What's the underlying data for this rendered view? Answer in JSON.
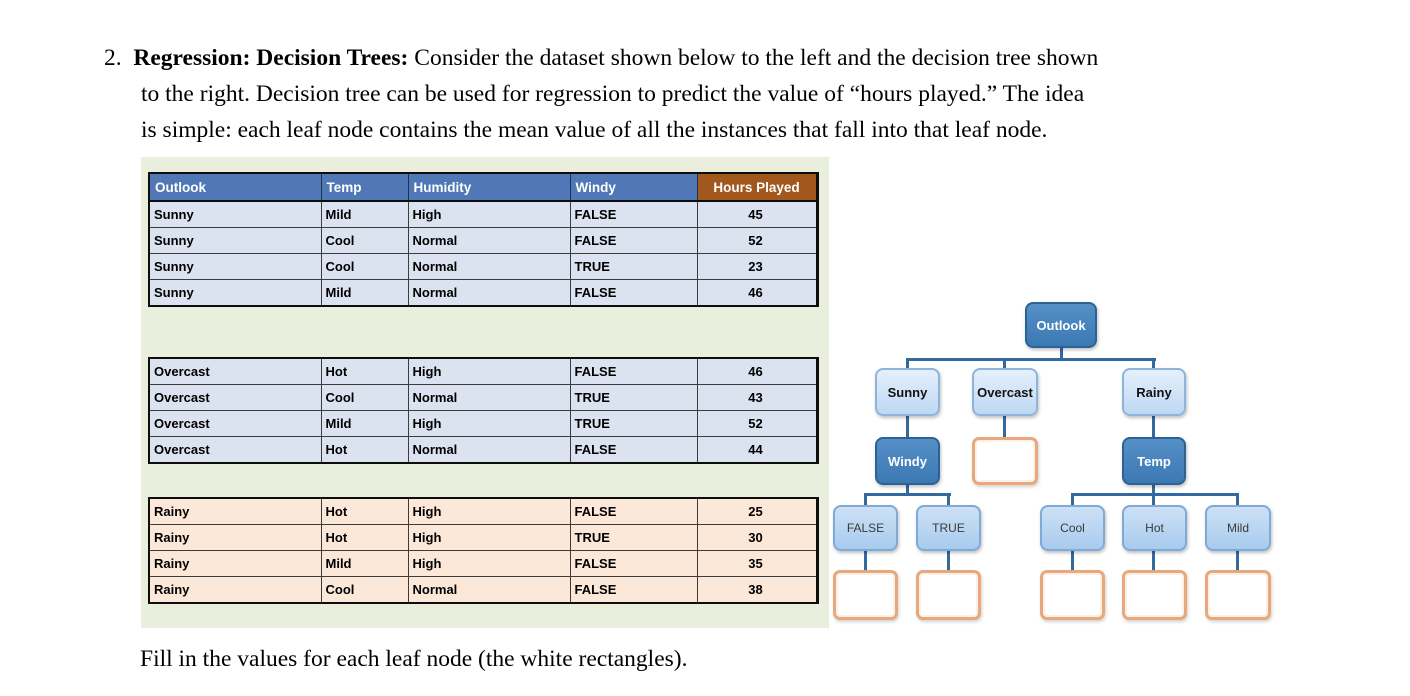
{
  "question": {
    "number": "2.",
    "bold_lead": "Regression: Decision Trees:",
    "line1_rest": " Consider the dataset shown below to the left and the decision tree shown",
    "line2": "to the right. Decision tree can be used for regression to predict the value of “hours played.” The idea",
    "line3": "is simple: each leaf node contains the mean value of all the instances that fall into that leaf node."
  },
  "footer": "Fill in the values for each leaf node (the white rectangles).",
  "table": {
    "headers": [
      "Outlook",
      "Temp",
      "Humidity",
      "Windy",
      "Hours Played"
    ],
    "groups": [
      {
        "name": "sunny",
        "rows": [
          [
            "Sunny",
            "Mild",
            "High",
            "FALSE",
            "45"
          ],
          [
            "Sunny",
            "Cool",
            "Normal",
            "FALSE",
            "52"
          ],
          [
            "Sunny",
            "Cool",
            "Normal",
            "TRUE",
            "23"
          ],
          [
            "Sunny",
            "Mild",
            "Normal",
            "FALSE",
            "46"
          ]
        ]
      },
      {
        "name": "overcast",
        "rows": [
          [
            "Overcast",
            "Hot",
            "High",
            "FALSE",
            "46"
          ],
          [
            "Overcast",
            "Cool",
            "Normal",
            "TRUE",
            "43"
          ],
          [
            "Overcast",
            "Mild",
            "High",
            "TRUE",
            "52"
          ],
          [
            "Overcast",
            "Hot",
            "Normal",
            "FALSE",
            "44"
          ]
        ]
      },
      {
        "name": "rainy",
        "rows": [
          [
            "Rainy",
            "Hot",
            "High",
            "FALSE",
            "25"
          ],
          [
            "Rainy",
            "Hot",
            "High",
            "TRUE",
            "30"
          ],
          [
            "Rainy",
            "Mild",
            "High",
            "FALSE",
            "35"
          ],
          [
            "Rainy",
            "Cool",
            "Normal",
            "FALSE",
            "38"
          ]
        ]
      }
    ]
  },
  "tree": {
    "nodes": [
      {
        "id": "outlook",
        "label": "Outlook",
        "kind": "dark"
      },
      {
        "id": "sunny",
        "label": "Sunny",
        "kind": "light"
      },
      {
        "id": "overcast",
        "label": "Overcast",
        "kind": "light"
      },
      {
        "id": "rainy",
        "label": "Rainy",
        "kind": "light"
      },
      {
        "id": "windy",
        "label": "Windy",
        "kind": "dark"
      },
      {
        "id": "leaf-overcast",
        "label": "",
        "kind": "leaf"
      },
      {
        "id": "temp",
        "label": "Temp",
        "kind": "dark"
      },
      {
        "id": "false",
        "label": "FALSE",
        "kind": "mid"
      },
      {
        "id": "true",
        "label": "TRUE",
        "kind": "mid"
      },
      {
        "id": "cool",
        "label": "Cool",
        "kind": "mid"
      },
      {
        "id": "hot",
        "label": "Hot",
        "kind": "mid"
      },
      {
        "id": "mild",
        "label": "Mild",
        "kind": "mid"
      },
      {
        "id": "leaf-false",
        "label": "",
        "kind": "leaf"
      },
      {
        "id": "leaf-true",
        "label": "",
        "kind": "leaf"
      },
      {
        "id": "leaf-cool",
        "label": "",
        "kind": "leaf"
      },
      {
        "id": "leaf-hot",
        "label": "",
        "kind": "leaf"
      },
      {
        "id": "leaf-mild",
        "label": "",
        "kind": "leaf"
      }
    ]
  },
  "colors": {
    "header_blue": "#5078b6",
    "header_brown": "#a2571d",
    "row_blue": "#dce3f0",
    "row_peach": "#fce8d9",
    "panel_green": "#e9efdc",
    "node_dark_blue": "#3c78b2",
    "node_light_blue": "#bdd8f3",
    "leaf_border_orange": "#e7a97b",
    "connector_blue": "#34699f"
  }
}
